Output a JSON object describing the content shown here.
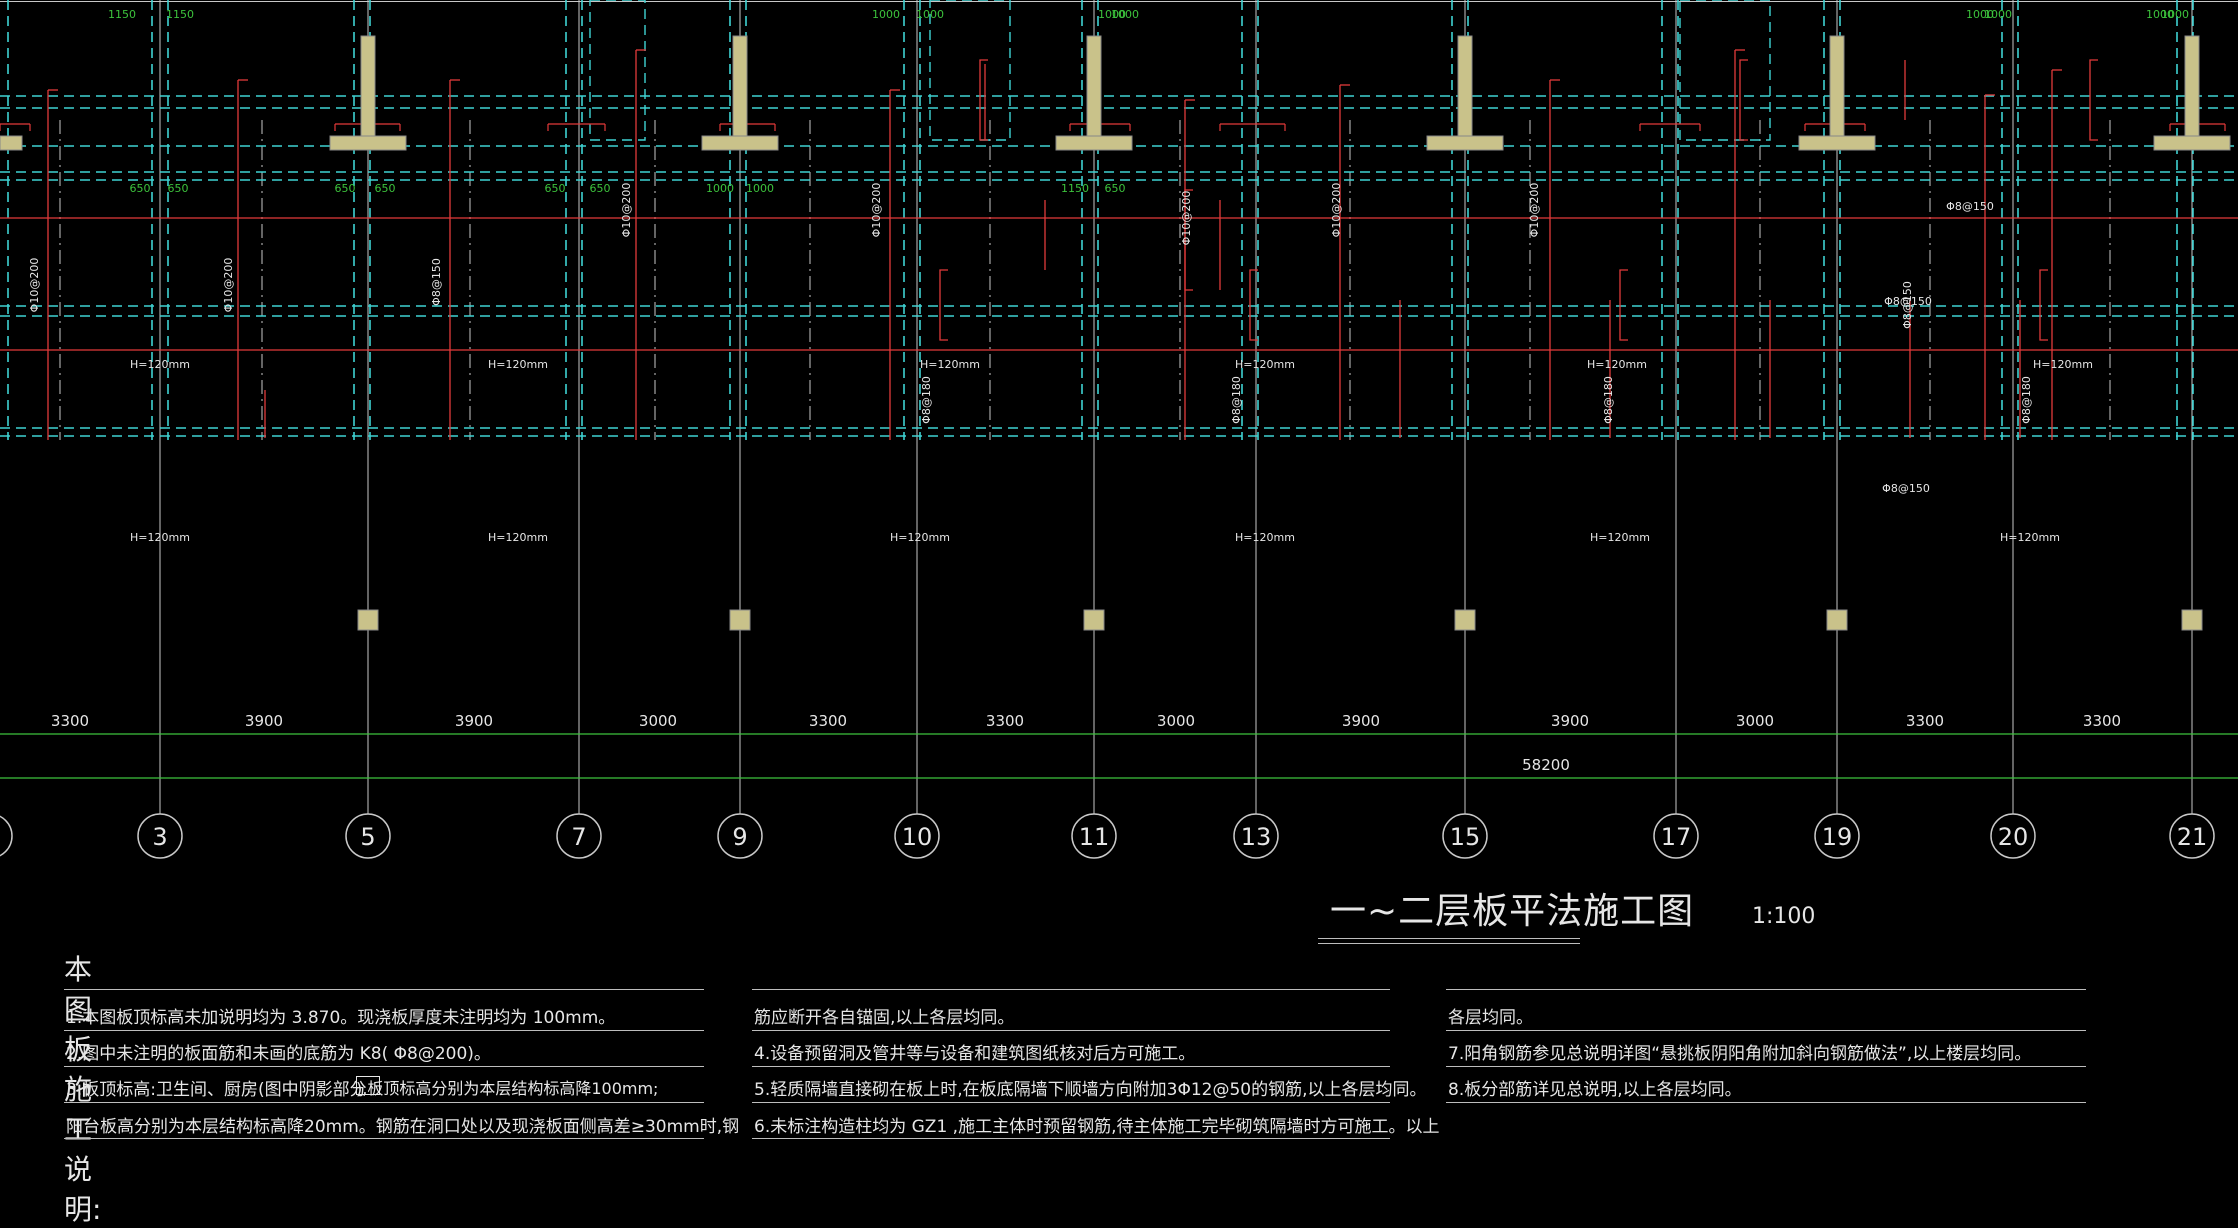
{
  "drawing": {
    "title": "一~二层板平法施工图",
    "scale": "1:100"
  },
  "colors": {
    "background": "#000000",
    "axis_line": "#c8c8c8",
    "dashed_beam": "#3fd3d3",
    "rebar_red": "#e23a3a",
    "dimension_green": "#3cc23c",
    "text_white": "#e6e6e6",
    "column_fill": "#c9c28a"
  },
  "top_dims": [
    "1150",
    "1150",
    "1000",
    "1000",
    "1000",
    "1000",
    "1000",
    "1000",
    "1000",
    "1000"
  ],
  "slab_labels": [
    "H=120mm",
    "H=120mm",
    "H=120mm",
    "H=120mm",
    "H=120mm",
    "H=120mm",
    "H=120mm",
    "H=120mm",
    "H=120mm",
    "H=120mm",
    "H=120mm",
    "H=120mm"
  ],
  "rebar_labels": [
    "Φ10@200",
    "Φ10@200",
    "Φ8@150",
    "Φ8@150",
    "Φ10@200",
    "Φ10@200",
    "Φ10@200",
    "Φ10@200",
    "Φ10@200",
    "Φ8@150",
    "Φ8@150",
    "Φ8@150",
    "Φ8@180",
    "Φ8@180",
    "Φ8@180",
    "Φ8@180"
  ],
  "small_dims": [
    "650",
    "650",
    "650",
    "650",
    "650",
    "650",
    "1000",
    "1000",
    "1150",
    "650"
  ],
  "span_dims": [
    "3300",
    "3900",
    "3900",
    "3000",
    "3300",
    "3300",
    "3000",
    "3900",
    "3900",
    "3000",
    "3300",
    "3300"
  ],
  "total_dim": "58200",
  "grid_axes": [
    "3",
    "5",
    "7",
    "9",
    "10",
    "11",
    "13",
    "15",
    "17",
    "19",
    "20",
    "21"
  ],
  "notes": {
    "title": "本图板施工说明:",
    "col1": [
      "1.本图板顶标高未加说明均为 3.870。现浇板厚度未注明均为 100mm。",
      "2.图中未注明的板面筋和未画的底筋为 K8( Φ8@200)。",
      "3.板顶标高:卫生间、厨房(图中阴影部分",
      "阳台板高分别为本层结构标高降20mm。钢筋在洞口处以及现浇板面侧高差≥30mm时,钢"
    ],
    "col1_boxed": "),板顶标高分别为本层结构标高降100mm;",
    "col2": [
      "筋应断开各自锚固,以上各层均同。",
      "4.设备预留洞及管井等与设备和建筑图纸核对后方可施工。",
      "5.轻质隔墙直接砌在板上时,在板底隔墙下顺墙方向附加3Φ12@50的钢筋,以上各层均同。",
      "6.未标注构造柱均为 GZ1 ,施工主体时预留钢筋,待主体施工完毕砌筑隔墙时方可施工。以上"
    ],
    "col3": [
      "各层均同。",
      "7.阳角钢筋参见总说明详图“悬挑板阴阳角附加斜向钢筋做法”,以上楼层均同。",
      "8.板分部筋详见总说明,以上各层均同。"
    ]
  }
}
